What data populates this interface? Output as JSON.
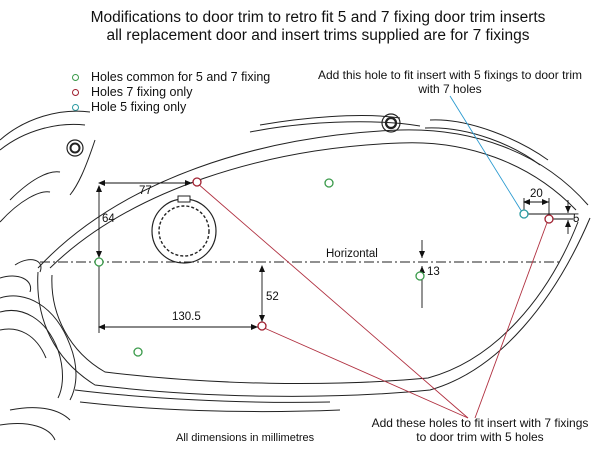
{
  "title": {
    "line1": "Modifications to door trim to retro fit 5 and 7 fixing door trim inserts",
    "line2": "all replacement door and insert trims supplied are for 7 fixings"
  },
  "legend": [
    {
      "label": "Holes common for 5 and 7 fixing",
      "color": "#3a9a4a"
    },
    {
      "label": "Holes 7 fixing only",
      "color": "#a02030"
    },
    {
      "label": "Hole 5 fixing only",
      "color": "#2a9aa0"
    }
  ],
  "annotations": {
    "top_note": [
      "Add this hole to fit insert with 5 fixings to door trim",
      "with 7 holes"
    ],
    "bottom_note": [
      "Add these holes to fit insert with 7 fixings",
      "to door trim with 5 holes"
    ],
    "dimensions_note": "All dimensions in millimetres",
    "horizontal_label": "Horizontal"
  },
  "dimensions": {
    "d77": "77",
    "d64": "64",
    "d130_5": "130.5",
    "d52": "52",
    "d13": "13",
    "d20": "20",
    "d5": "5"
  },
  "colors": {
    "common": "#3a9a4a",
    "seven_only": "#a02030",
    "five_only": "#2a9aa0",
    "leader_red": "#b03040",
    "leader_teal": "#2a9ad0"
  }
}
